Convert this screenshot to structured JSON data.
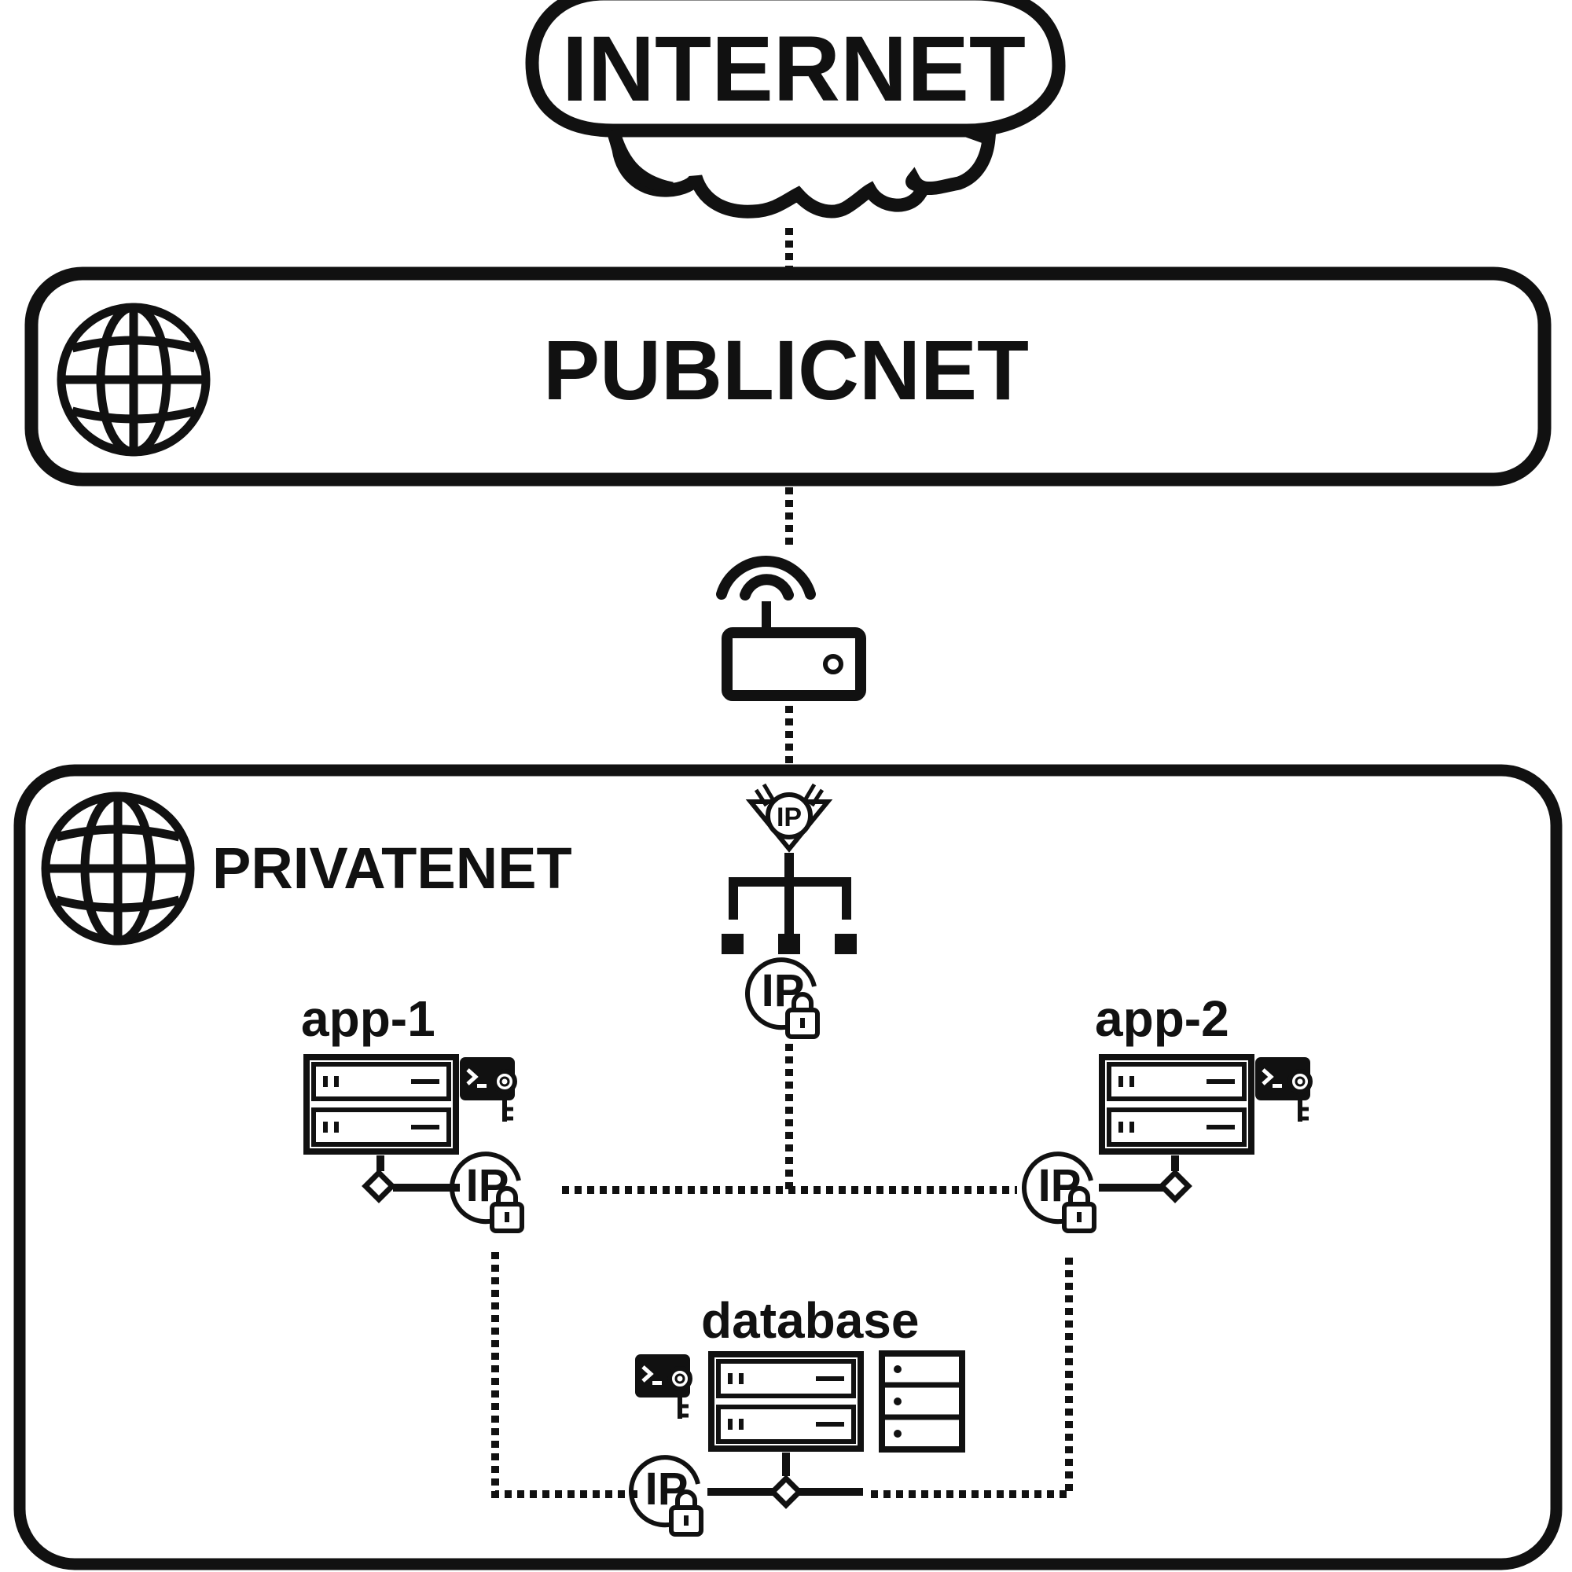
{
  "colors": {
    "ink": "#111111",
    "background": "#ffffff"
  },
  "internet": {
    "label": "INTERNET",
    "icon": "cloud-icon"
  },
  "publicnet": {
    "label": "PUBLICNET",
    "icon": "globe-icon"
  },
  "router": {
    "icon": "wireless-router-icon"
  },
  "privatenet": {
    "label": "PRIVATENET",
    "icon": "globe-icon",
    "load_balancer": {
      "icons": [
        "floating-ip-icon",
        "load-balancer-icon",
        "private-ip-icon"
      ]
    },
    "servers": [
      {
        "name": "app-1",
        "icons": [
          "server-icon",
          "ssh-key-icon",
          "private-ip-icon"
        ]
      },
      {
        "name": "app-2",
        "icons": [
          "server-icon",
          "ssh-key-icon",
          "private-ip-icon"
        ]
      },
      {
        "name": "database",
        "icons": [
          "server-icon",
          "ssh-key-icon",
          "volume-icon",
          "private-ip-icon"
        ]
      }
    ]
  },
  "ip_glyph": "IP"
}
